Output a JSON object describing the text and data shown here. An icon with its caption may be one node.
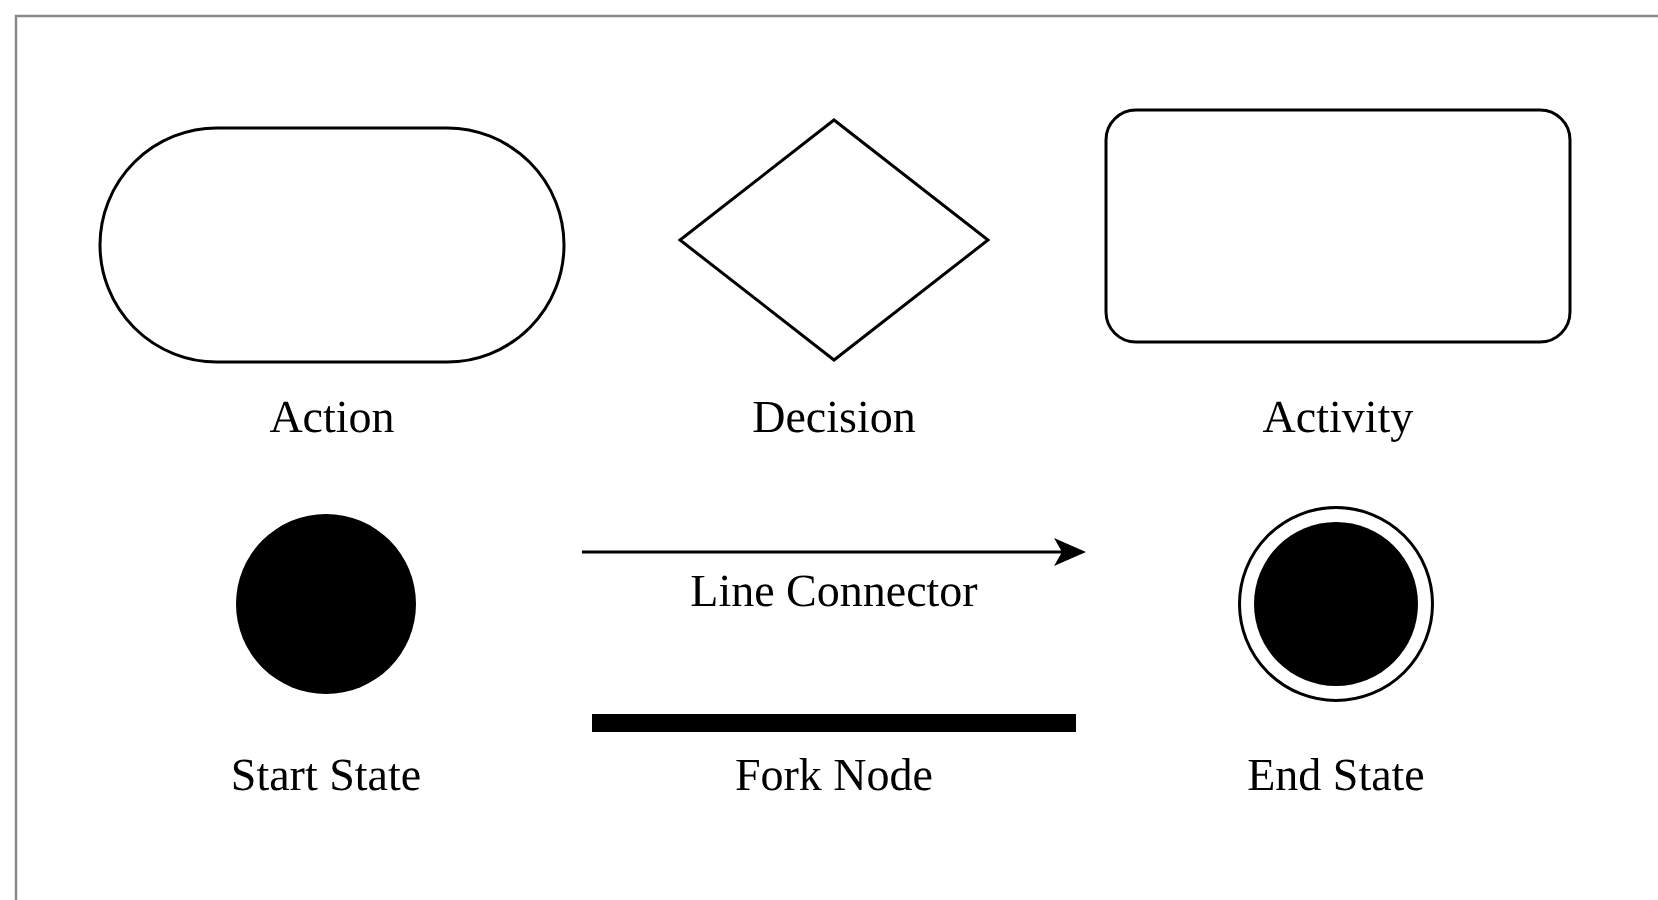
{
  "diagram": {
    "nodes": [
      {
        "text": [
          "Action"
        ]
      },
      {
        "text": [
          "Decision"
        ]
      },
      {
        "text": [
          "Activity"
        ]
      },
      {
        "text": [
          "Start State"
        ]
      },
      {
        "text": [
          "Fork Node"
        ]
      },
      {
        "text": [
          "End State"
        ]
      }
    ],
    "labels": [
      "Line Connector"
    ]
  }
}
